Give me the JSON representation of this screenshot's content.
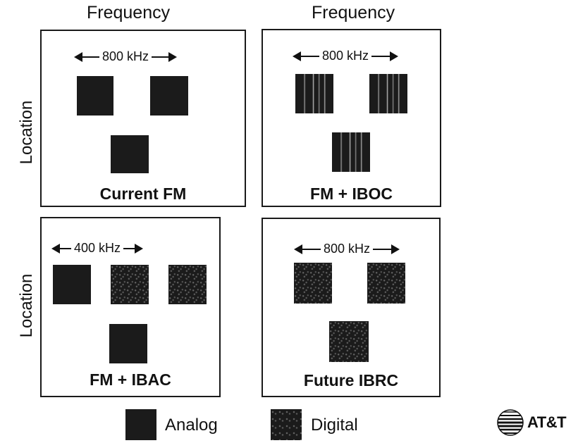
{
  "columns": [
    "Frequency",
    "Frequency"
  ],
  "rows": [
    "Location",
    "Location"
  ],
  "panels": [
    {
      "label": "Current FM",
      "span": "800 kHz",
      "signals": [
        "analog",
        "analog",
        "analog"
      ]
    },
    {
      "label": "FM + IBOC",
      "span": "800 kHz",
      "signals": [
        "analog+digital",
        "analog+digital",
        "analog+digital"
      ]
    },
    {
      "label": "FM + IBAC",
      "span": "400 kHz",
      "signals": [
        "analog",
        "digital",
        "digital",
        "analog"
      ]
    },
    {
      "label": "Future IBRC",
      "span": "800 kHz",
      "signals": [
        "digital",
        "digital",
        "digital"
      ]
    }
  ],
  "legend": {
    "analog": "Analog",
    "digital": "Digital"
  },
  "logo": {
    "text": "AT&T",
    "icon": "att-globe-icon"
  },
  "colors": {
    "signal": "#1b1b1b",
    "border": "#1a1a1a"
  }
}
